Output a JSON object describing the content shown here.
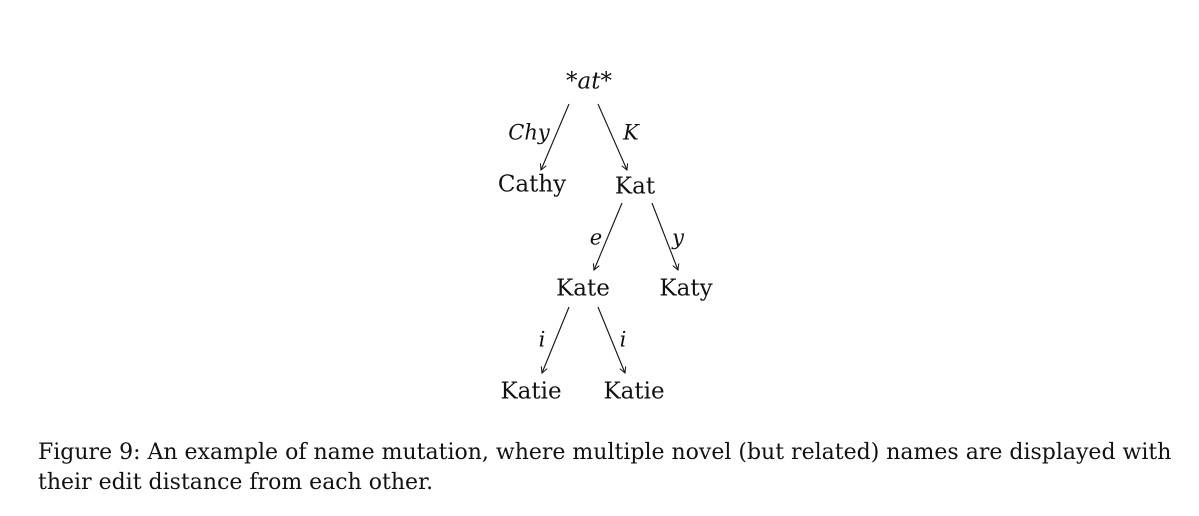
{
  "diagram": {
    "nodes": {
      "root": "*at*",
      "cathy": "Cathy",
      "kat": "Kat",
      "kate": "Kate",
      "katy": "Katy",
      "katie_left": "Katie",
      "katie_right": "Katie"
    },
    "edges": {
      "root_cathy": "Chy",
      "root_kat": "K",
      "kat_kate": "e",
      "kat_katy": "y",
      "kate_katie_left": "i",
      "kate_katie_right": "i"
    }
  },
  "caption": {
    "text": "Figure 9: An example of name mutation, where multiple novel (but related) names are displayed with their edit distance from each other."
  }
}
